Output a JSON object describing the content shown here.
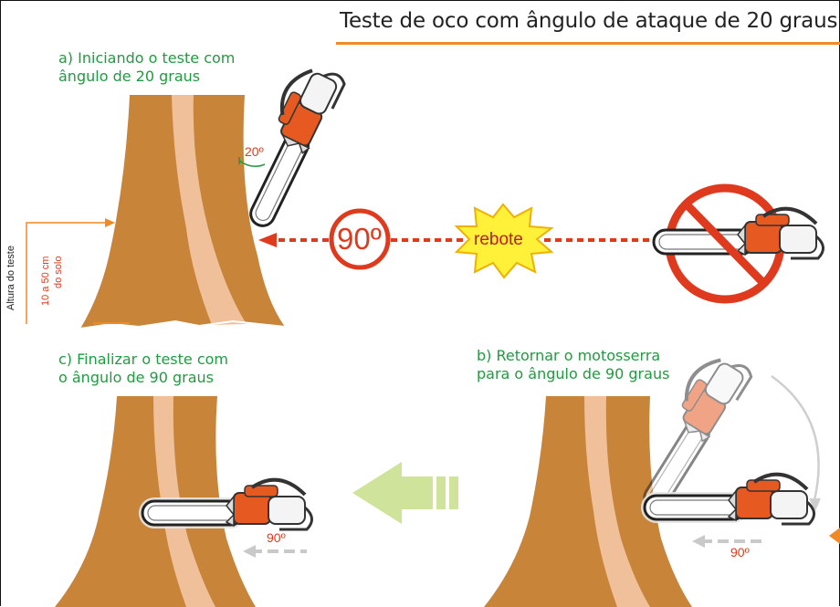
{
  "title": "Teste de oco com ângulo de ataque de 20 graus",
  "steps": {
    "a": [
      "a) Iniciando o teste com",
      "ângulo de 20 graus"
    ],
    "b": [
      "b) Retornar o motosserra",
      "para o ângulo de 90 graus"
    ],
    "c": [
      "c) Finalizar o teste com",
      "o  ângulo de 90 graus"
    ]
  },
  "labels": {
    "angle20": "20º",
    "angle90_big": "90º",
    "kickback": "rebote",
    "height_axis": "Altura do teste",
    "height_range_1": "10 a 50 cm",
    "height_range_2": "do solo",
    "angle90_c": "90º",
    "angle90_b": "90º"
  },
  "icons": [
    "chainsaw-icon",
    "no-symbol-icon",
    "explosion-icon",
    "arrow-left-icon"
  ],
  "colors": {
    "trunk": "#c8853a",
    "trunk_light": "#f0c09a",
    "accent_orange": "#f08a24",
    "red": "#e03a1e",
    "green_text": "#1f9c3f",
    "arrow_green": "#cfe39a"
  }
}
